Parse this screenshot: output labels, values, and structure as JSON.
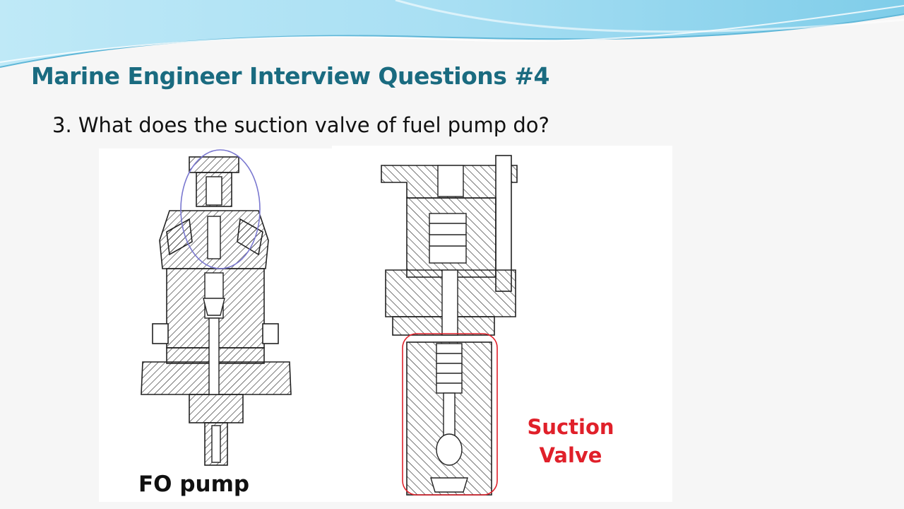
{
  "slide": {
    "title": "Marine Engineer Interview Questions  #4",
    "question": "3. What does the suction valve of fuel pump do?"
  },
  "figures": {
    "left_caption": "FO  pump",
    "right_caption_line1": "Suction",
    "right_caption_line2": "Valve"
  },
  "colors": {
    "title": "#1a6b80",
    "highlight_ellipse": "#7a78d0",
    "highlight_box": "#e0202a",
    "caption_red": "#e0202a",
    "wave_blue": "#8fd3ee"
  }
}
